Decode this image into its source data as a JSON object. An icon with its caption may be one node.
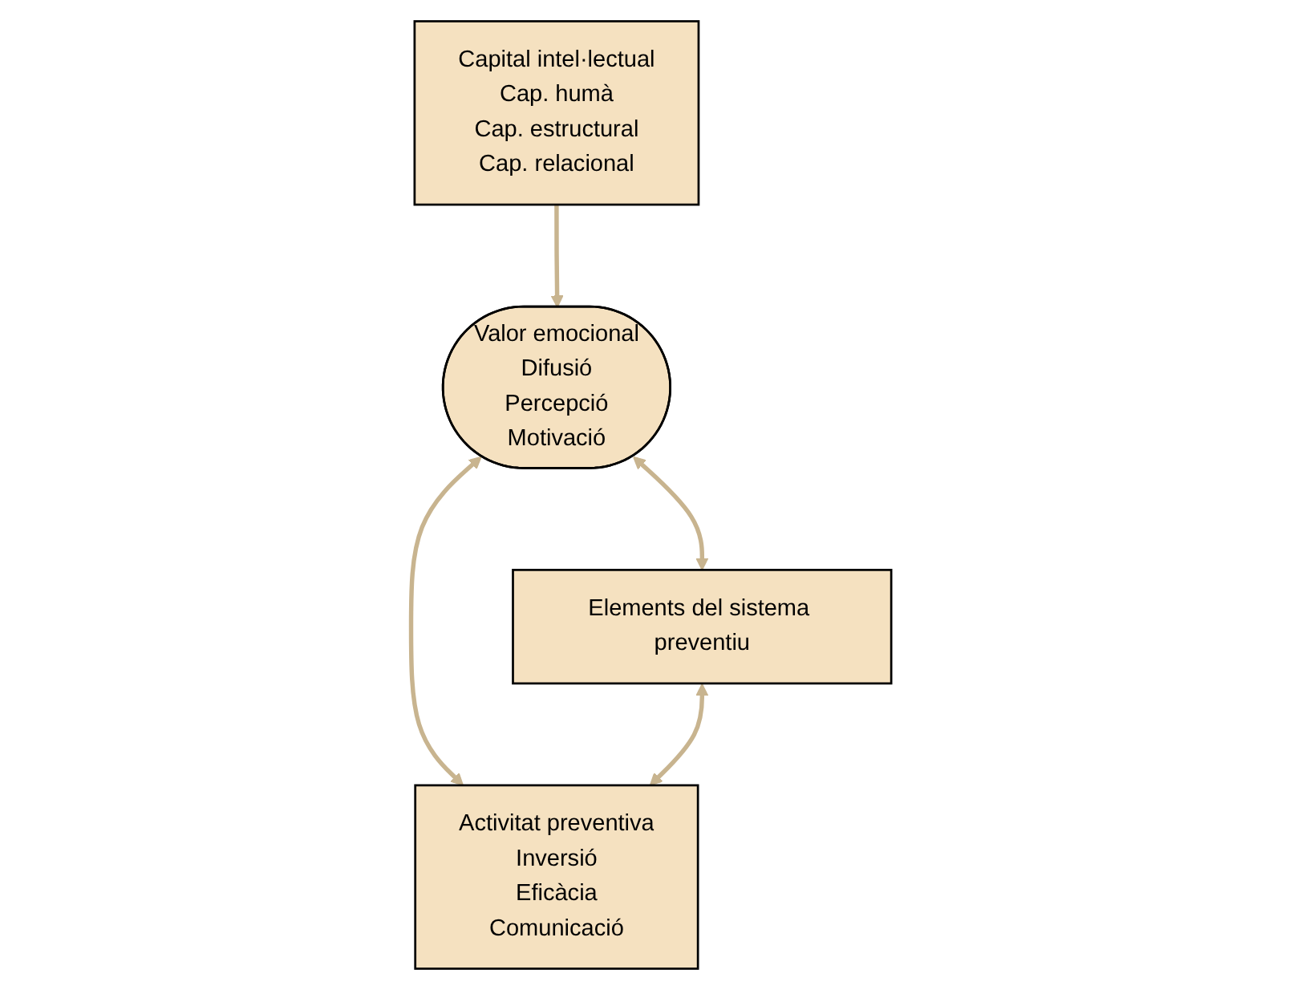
{
  "diagram": {
    "nodes": [
      {
        "text": [
          "Capital intel·lectual",
          "Cap. humà",
          "Cap. estructural",
          "Cap. relacional"
        ]
      },
      {
        "text": [
          "Valor emocional",
          "Difusió",
          "Percepció",
          "Motivació"
        ]
      },
      {
        "text": [
          "Elements del sistema preventiu"
        ]
      },
      {
        "text": [
          "Activitat preventiva",
          "Inversió",
          "Eficàcia",
          "Comunicació"
        ]
      }
    ],
    "edges": [
      {
        "from": 0,
        "to": 1,
        "arrow": "to"
      },
      {
        "from": 2,
        "to": 1,
        "arrow": "both"
      },
      {
        "from": 3,
        "to": 1,
        "arrow": "both"
      },
      {
        "from": 2,
        "to": 3,
        "arrow": "both"
      }
    ]
  }
}
